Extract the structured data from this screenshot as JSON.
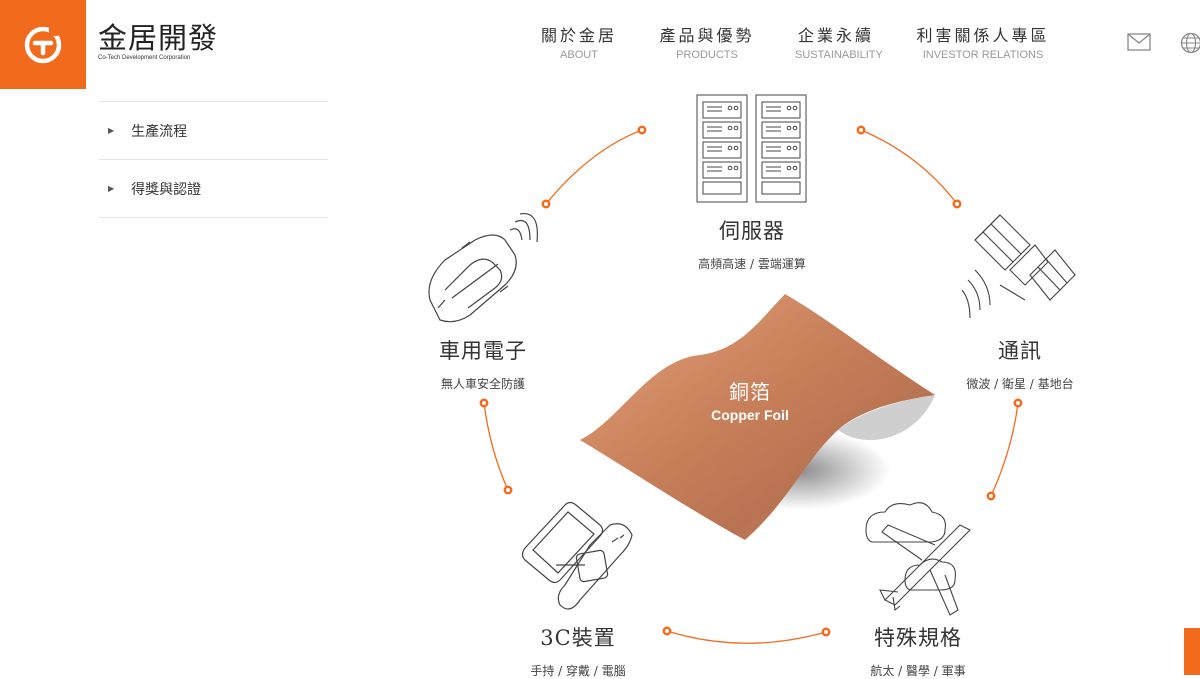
{
  "brand": {
    "name_zh": "金居開發",
    "name_en": "Co-Tech Development Corporation"
  },
  "nav": [
    {
      "zh": "關於金居",
      "en": "ABOUT"
    },
    {
      "zh": "產品與優勢",
      "en": "PRODUCTS"
    },
    {
      "zh": "企業永續",
      "en": "SUSTAINABILITY"
    },
    {
      "zh": "利害關係人專區",
      "en": "INVESTOR RELATIONS"
    }
  ],
  "icons": {
    "mail": "mail-icon",
    "language": "globe-icon",
    "logo": "co-tech-logo-icon"
  },
  "sidebar": {
    "items": [
      {
        "label": "生產流程"
      },
      {
        "label": "得獎與認證"
      }
    ]
  },
  "center": {
    "title": "銅箔",
    "subtitle": "Copper Foil"
  },
  "applications": [
    {
      "title": "伺服器",
      "sub": "高頻高速 / 雲端運算",
      "icon": "server-rack-icon"
    },
    {
      "title": "通訊",
      "sub": "微波 / 衛星 / 基地台",
      "icon": "satellite-icon"
    },
    {
      "title": "特殊規格",
      "sub": "航太 / 醫學 / 軍事",
      "icon": "airplane-icon"
    },
    {
      "title": "3C裝置",
      "sub": "手持 / 穿戴 / 電腦",
      "icon": "phone-watch-icon"
    },
    {
      "title": "車用電子",
      "sub": "無人車安全防護",
      "icon": "connected-car-icon"
    }
  ],
  "colors": {
    "accent": "#f26b1d",
    "copper": "#c8805a",
    "text": "#333333"
  }
}
